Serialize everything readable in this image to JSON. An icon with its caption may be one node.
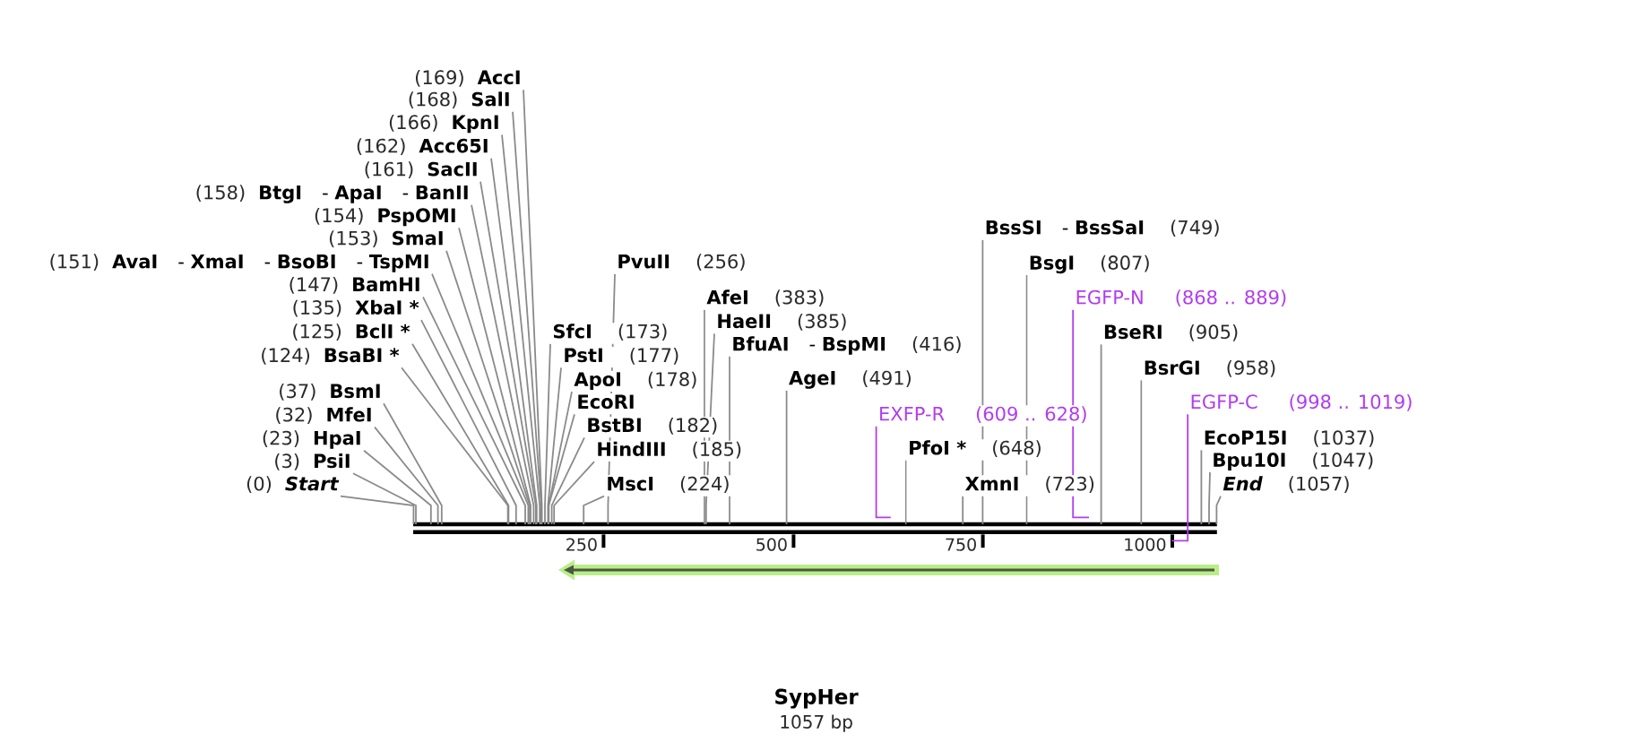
{
  "diagram": {
    "title": "SypHer",
    "caption": "1057 bp",
    "nodes": [
      {
        "text": [
          "(169)",
          "AccI"
        ]
      },
      {
        "text": [
          "(168)",
          "SalI"
        ]
      },
      {
        "text": [
          "(166)",
          "KpnI"
        ]
      },
      {
        "text": [
          "(162)",
          "Acc65I"
        ]
      },
      {
        "text": [
          "(161)",
          "SacII"
        ]
      },
      {
        "text": [
          "(158)",
          "BtgI",
          "- **ApaI**",
          "- **BanII**"
        ]
      },
      {
        "text": [
          "(154)",
          "PspOMI"
        ]
      },
      {
        "text": [
          "(153)",
          "SmaI"
        ]
      },
      {
        "text": [
          "(151)",
          "AvaI",
          "- **XmaI**",
          "- **BsoBI**",
          "- **TspMI**"
        ]
      },
      {
        "text": [
          "(147)",
          "BamHI"
        ]
      },
      {
        "text": [
          "(135)",
          "XbaI *"
        ]
      },
      {
        "text": [
          "(125)",
          "BclI *"
        ]
      },
      {
        "text": [
          "(124)",
          "BsaBI *"
        ]
      },
      {
        "text": [
          "(37)",
          "BsmI"
        ]
      },
      {
        "text": [
          "(32)",
          "MfeI"
        ]
      },
      {
        "text": [
          "(23)",
          "HpaI"
        ]
      },
      {
        "text": [
          "(3)",
          "PsiI"
        ]
      },
      {
        "text": [
          "(0)",
          "Start"
        ]
      },
      {
        "text": [
          "SfcI",
          "(173)"
        ]
      },
      {
        "text": [
          "PstI",
          "(177)"
        ]
      },
      {
        "text": [
          "ApoI",
          "(178)"
        ]
      },
      {
        "text": [
          "EcoRI"
        ]
      },
      {
        "text": [
          "BstBI",
          "(182)"
        ]
      },
      {
        "text": [
          "HindIII",
          "(185)"
        ]
      },
      {
        "text": [
          "MscI",
          "(224)"
        ]
      },
      {
        "text": [
          "PvuII",
          "(256)"
        ]
      },
      {
        "text": [
          "AfeI",
          "(383)"
        ]
      },
      {
        "text": [
          "HaeII",
          "(385)"
        ]
      },
      {
        "text": [
          "BfuAI",
          "- **BspMI**",
          "(416)"
        ]
      },
      {
        "text": [
          "AgeI",
          "(491)"
        ]
      },
      {
        "text": [
          "EXFP-R",
          "(609 .. 628)"
        ]
      },
      {
        "text": [
          "PfoI *",
          "(648)"
        ]
      },
      {
        "text": [
          "XmnI",
          "(723)"
        ]
      },
      {
        "text": [
          "BssSI",
          "- **BssSaI**",
          "(749)"
        ]
      },
      {
        "text": [
          "BsgI",
          "(807)"
        ]
      },
      {
        "text": [
          "EGFP-N",
          "(868 .. 889)"
        ]
      },
      {
        "text": [
          "BseRI",
          "(905)"
        ]
      },
      {
        "text": [
          "BsrGI",
          "(958)"
        ]
      },
      {
        "text": [
          "EGFP-C",
          "(998 .. 1019)"
        ]
      },
      {
        "text": [
          "EcoP15I",
          "(1037)"
        ]
      },
      {
        "text": [
          "Bpu10I",
          "(1047)"
        ]
      },
      {
        "text": [
          "End",
          "(1057)"
        ]
      },
      {
        "text": [],
        "shape": "bar"
      }
    ],
    "edges": [
      {
        "from": 0,
        "to": 42,
        "arrow": "none"
      },
      {
        "from": 1,
        "to": 42,
        "arrow": "none"
      },
      {
        "from": 2,
        "to": 42,
        "arrow": "none"
      },
      {
        "from": 3,
        "to": 42,
        "arrow": "none"
      },
      {
        "from": 4,
        "to": 42,
        "arrow": "none"
      },
      {
        "from": 5,
        "to": 42,
        "arrow": "none"
      },
      {
        "from": 6,
        "to": 42,
        "arrow": "none"
      },
      {
        "from": 7,
        "to": 42,
        "arrow": "none"
      },
      {
        "from": 8,
        "to": 42,
        "arrow": "none"
      },
      {
        "from": 9,
        "to": 42,
        "arrow": "none"
      },
      {
        "from": 10,
        "to": 42,
        "arrow": "none"
      },
      {
        "from": 11,
        "to": 42,
        "arrow": "none"
      },
      {
        "from": 12,
        "to": 42,
        "arrow": "none"
      },
      {
        "from": 13,
        "to": 42,
        "arrow": "none"
      },
      {
        "from": 14,
        "to": 42,
        "arrow": "none"
      },
      {
        "from": 15,
        "to": 42,
        "arrow": "none"
      },
      {
        "from": 16,
        "to": 42,
        "arrow": "none"
      },
      {
        "from": 17,
        "to": 42,
        "arrow": "none"
      },
      {
        "from": 18,
        "to": 42,
        "arrow": "none"
      },
      {
        "from": 19,
        "to": 42,
        "arrow": "none"
      },
      {
        "from": 20,
        "to": 42,
        "arrow": "none"
      },
      {
        "from": 21,
        "to": 42,
        "arrow": "none"
      },
      {
        "from": 22,
        "to": 42,
        "arrow": "none"
      },
      {
        "from": 23,
        "to": 42,
        "arrow": "none"
      },
      {
        "from": 24,
        "to": 42,
        "arrow": "none"
      },
      {
        "from": 25,
        "to": 42,
        "arrow": "none"
      },
      {
        "from": 26,
        "to": 42,
        "arrow": "none"
      },
      {
        "from": 27,
        "to": 42,
        "arrow": "none"
      },
      {
        "from": 28,
        "to": 42,
        "arrow": "none"
      },
      {
        "from": 29,
        "to": 42,
        "arrow": "none"
      },
      {
        "from": 30,
        "to": 42,
        "arrow": "none",
        "color": "#b23cf0"
      },
      {
        "from": 31,
        "to": 42,
        "arrow": "none"
      },
      {
        "from": 32,
        "to": 42,
        "arrow": "none"
      },
      {
        "from": 33,
        "to": 42,
        "arrow": "none"
      },
      {
        "from": 34,
        "to": 42,
        "arrow": "none"
      },
      {
        "from": 35,
        "to": 42,
        "arrow": "none",
        "color": "#b23cf0"
      },
      {
        "from": 36,
        "to": 42,
        "arrow": "none"
      },
      {
        "from": 37,
        "to": 42,
        "arrow": "none"
      },
      {
        "from": 38,
        "to": 42,
        "arrow": "none",
        "color": "#b23cf0"
      },
      {
        "from": 39,
        "to": 42,
        "arrow": "none"
      },
      {
        "from": 40,
        "to": 42,
        "arrow": "none"
      },
      {
        "from": 41,
        "to": 42,
        "arrow": "none"
      }
    ],
    "labels": [
      "250",
      "500",
      "750",
      "1000"
    ]
  }
}
